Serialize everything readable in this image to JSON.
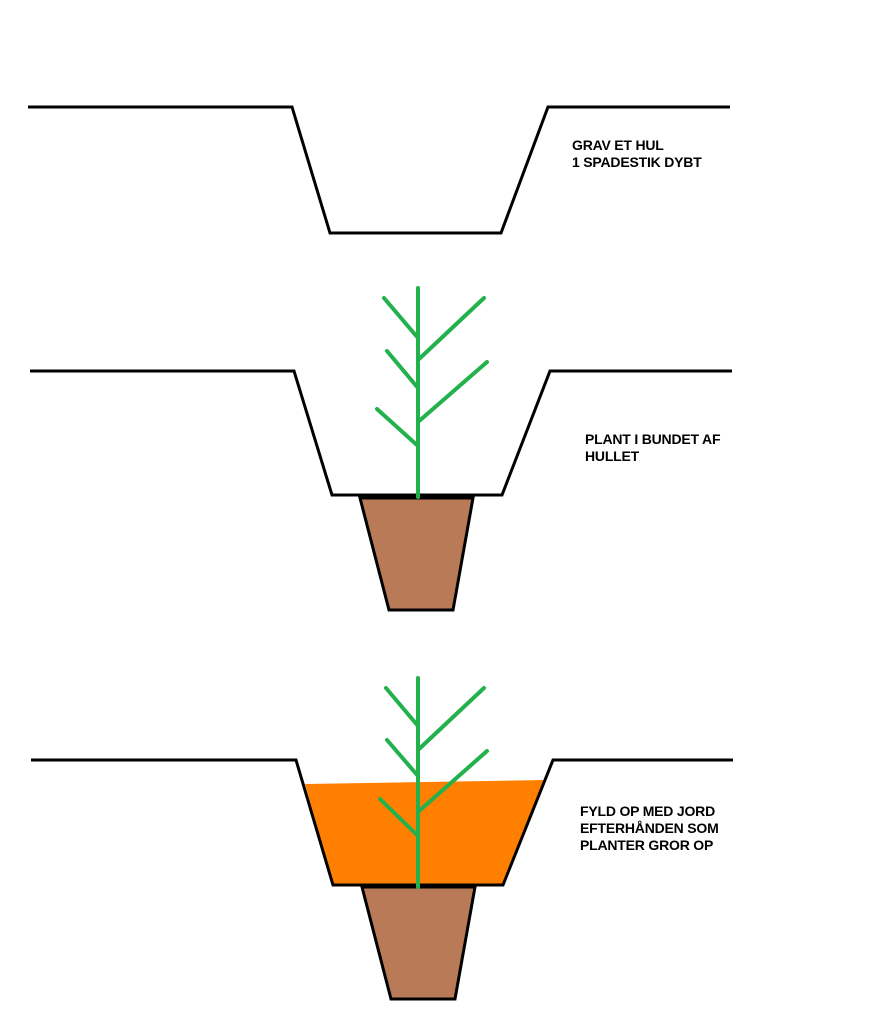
{
  "steps": [
    {
      "lines": [
        "GRAV ET HUL",
        "1 SPADESTIK DYBT"
      ]
    },
    {
      "lines": [
        "PLANT I BUNDET AF",
        "HULLET"
      ]
    },
    {
      "lines": [
        "FYLD OP MED JORD",
        "EFTERHÅNDEN SOM",
        "PLANTER GROR OP"
      ]
    }
  ],
  "colors": {
    "ground_line": "#000000",
    "plant": "#22b14c",
    "root_ball": "#b97a57",
    "fill_soil": "#ff7f00",
    "background": "#ffffff"
  }
}
